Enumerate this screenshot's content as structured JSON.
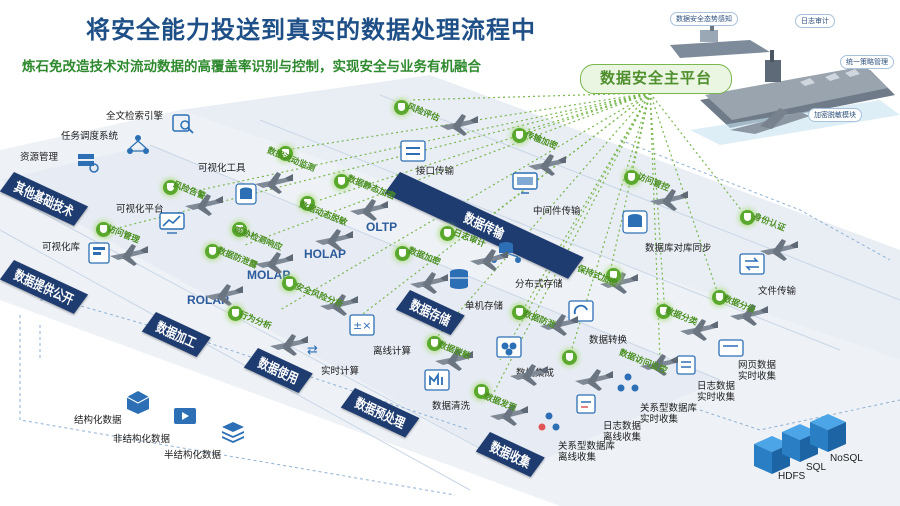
{
  "title": "将安全能力投送到真实的数据处理流程中",
  "subtitle": "炼石免改造技术对流动数据的高覆盖率识别与控制，实现安全与业务有机融合",
  "platform": {
    "label": "数据安全主平台",
    "ship_labels": [
      "数据安全态势感知",
      "日志审计",
      "统一策略管理",
      "加密脱敏模块"
    ]
  },
  "stages": [
    "其他基础技术",
    "数据提供公开",
    "数据加工",
    "数据使用",
    "数据预处理",
    "数据收集",
    "数据存储",
    "数据传输"
  ],
  "olap": [
    "ROLAP",
    "MOLAP",
    "HOLAP",
    "OLTP"
  ],
  "modules": {
    "search": "全文检索引擎",
    "schedule": "任务调度系统",
    "resource": "资源管理",
    "vistool": "可视化工具",
    "visplat": "可视化平台",
    "vislib": "可视化库",
    "iface": "接口传输",
    "middleware": "中间件传输",
    "dbsync": "数据库对库同步",
    "filetx": "文件传输",
    "distributed": "分布式存储",
    "single": "单机存储",
    "convert": "数据转换",
    "integrate": "数据集成",
    "clean": "数据清洗",
    "offline": "离线计算",
    "realtime": "实时计算",
    "web": "网页数据\n实时收集",
    "logrt": "日志数据\n实时收集",
    "reldbrt": "关系型数据库\n实时收集",
    "logoff": "日志数据\n离线收集",
    "reldboff": "关系型数据库\n离线收集",
    "structured": "结构化数据",
    "unstructured": "非结构化数据",
    "semi": "半结构化数据"
  },
  "db": {
    "hdfs": "HDFS",
    "sql": "SQL",
    "nosql": "NoSQL"
  },
  "security_tags": [
    "风险评估",
    "传输加密",
    "访问管控",
    "身份认证",
    "数据流动监测",
    "数据静态加密",
    "日志审计",
    "数据加密",
    "保持式加密",
    "风险告警",
    "数据动态脱敏",
    "威胁检测响应",
    "数据防泄露",
    "安全风险分析",
    "访问管理",
    "行为分析",
    "数据脱敏",
    "数据防泄",
    "数据分类",
    "数据分级",
    "数据访问监控",
    "数据发现"
  ],
  "colors": {
    "title": "#1e4f86",
    "subtitle": "#2f8a2f",
    "band": "#1f3c70",
    "green": "#5aa82e",
    "icon": "#2c6fb5"
  }
}
